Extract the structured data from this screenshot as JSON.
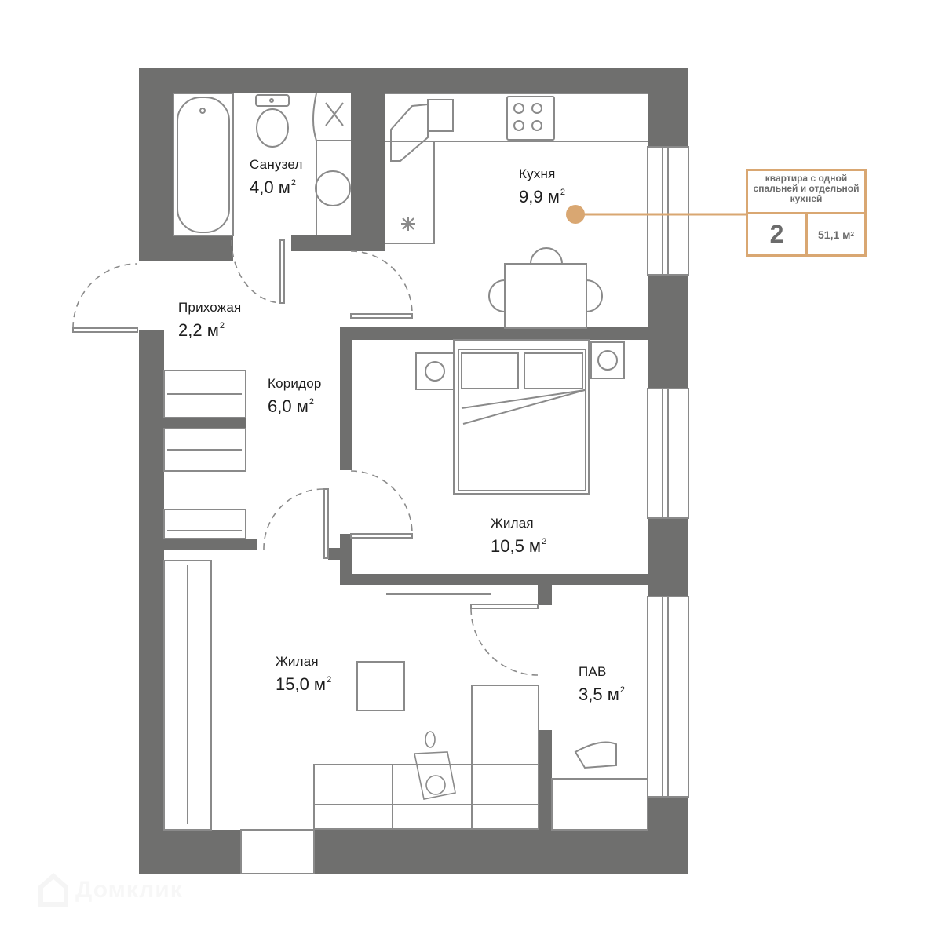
{
  "apartment": {
    "description": "квартира с одной спальней и отдельной кухней",
    "rooms_count": "2",
    "total_area": "51,1 м",
    "total_area_unit_sup": "2"
  },
  "rooms": [
    {
      "id": "bathroom",
      "name": "Санузел",
      "area": "4,0 м",
      "sup": "2"
    },
    {
      "id": "kitchen",
      "name": "Кухня",
      "area": "9,9 м",
      "sup": "2"
    },
    {
      "id": "hallway",
      "name": "Прихожая",
      "area": "2,2 м",
      "sup": "2"
    },
    {
      "id": "corridor",
      "name": "Коридор",
      "area": "6,0 м",
      "sup": "2"
    },
    {
      "id": "bedroom",
      "name": "Жилая",
      "area": "10,5 м",
      "sup": "2"
    },
    {
      "id": "living",
      "name": "Жилая",
      "area": "15,0 м",
      "sup": "2"
    },
    {
      "id": "pav",
      "name": "ПАВ",
      "area": "3,5 м",
      "sup": "2"
    }
  ],
  "colors": {
    "wall": "#6f6f6e",
    "line": "#8a8a8a",
    "accent": "#d9a772",
    "text": "#1d1d1d"
  },
  "watermark": {
    "text": "Домклик",
    "icon": "house-logo-icon"
  }
}
